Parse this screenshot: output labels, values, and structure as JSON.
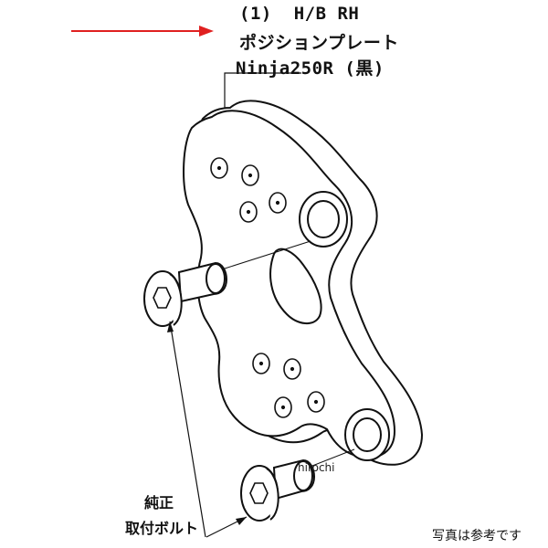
{
  "labels": {
    "part_number": "(1)",
    "part_side": "H/B RH",
    "part_name": "ポジションプレート",
    "model": "Ninja250R (黒)",
    "bolt_line1": "純正",
    "bolt_line2": "取付ボルト",
    "watermark": "hirochi",
    "disclaimer": "写真は参考です"
  },
  "colors": {
    "arrow": "#e02020",
    "line": "#111111",
    "background": "#ffffff"
  },
  "icons": [
    "red-arrow-icon",
    "hex-socket-icon"
  ]
}
